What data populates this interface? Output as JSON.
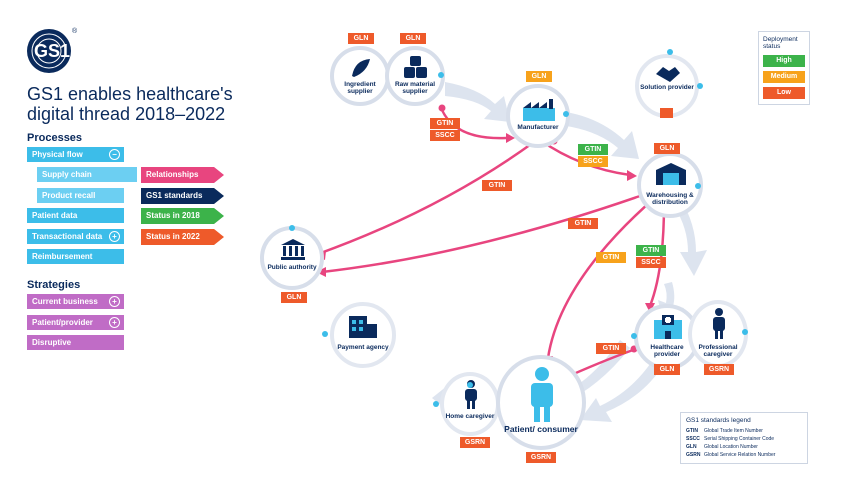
{
  "logo": {
    "text": "GS1",
    "reg": "®"
  },
  "title": "GS1 enables healthcare's digital thread 2018–2022",
  "processes": {
    "heading": "Processes",
    "items": [
      {
        "label": "Physical flow",
        "icon": "minus-circle-icon"
      },
      {
        "label": "Supply chain"
      },
      {
        "label": "Product recall"
      },
      {
        "label": "Patient data"
      },
      {
        "label": "Transactional data",
        "icon": "plus-circle-icon"
      },
      {
        "label": "Reimbursement"
      }
    ]
  },
  "strategies": {
    "heading": "Strategies",
    "items": [
      {
        "label": "Current business",
        "icon": "plus-circle-icon"
      },
      {
        "label": "Patient/provider",
        "icon": "plus-circle-icon"
      },
      {
        "label": "Disruptive"
      }
    ]
  },
  "key": {
    "relationships": "Relationships",
    "standards": "GS1 standards",
    "status2018": "Status in 2018",
    "status2022": "Status in 2022"
  },
  "deployment": {
    "title_line1": "Deployment",
    "title_line2": "status",
    "high": "High",
    "medium": "Medium",
    "low": "Low"
  },
  "nodes": {
    "ingredient": "Ingredient supplier",
    "rawmaterial": "Raw material supplier",
    "manufacturer": "Manufacturer",
    "solution": "Solution provider",
    "warehousing": "Warehousing & distribution",
    "public": "Public authority",
    "payment": "Payment agency",
    "healthcare": "Healthcare provider",
    "professional": "Professional caregiver",
    "home": "Home caregiver",
    "patient": "Patient/ consumer"
  },
  "tags": {
    "gln": "GLN",
    "gtin": "GTIN",
    "sscc": "SSCC",
    "gsrn": "GSRN"
  },
  "legend": {
    "title": "GS1 standards legend",
    "rows": [
      {
        "code": "GTIN",
        "desc": "Global Trade Item Number"
      },
      {
        "code": "SSCC",
        "desc": "Serial Shipping Container Code"
      },
      {
        "code": "GLN",
        "desc": "Global Location Number"
      },
      {
        "code": "GSRN",
        "desc": "Global Service Relation Number"
      }
    ]
  },
  "colors": {
    "navy": "#0a2a5c",
    "cyan": "#3cbde9",
    "lightcyan": "#6ccff2",
    "pink": "#e8457f",
    "green": "#3cb34a",
    "orange": "#f7a21b",
    "red": "#ee5a2a",
    "purple": "#c06cc6"
  }
}
